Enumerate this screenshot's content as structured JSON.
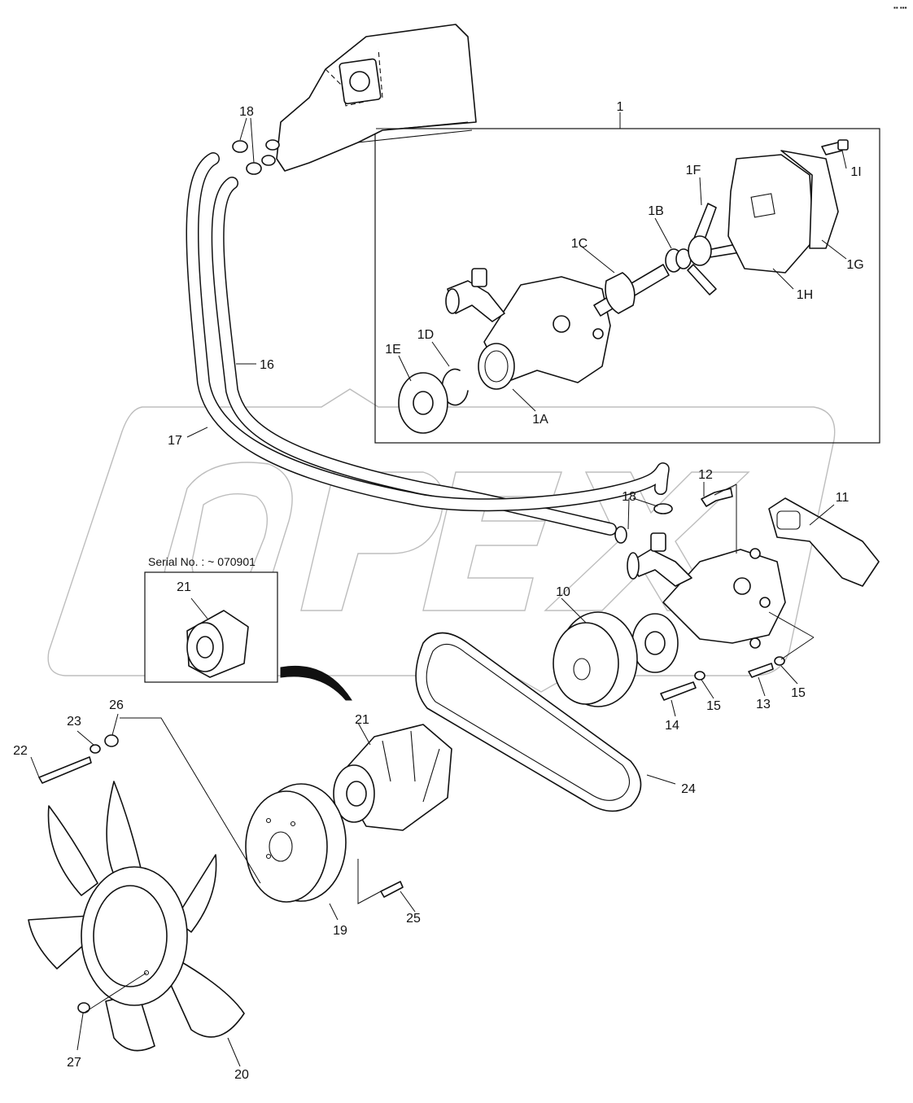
{
  "watermark": {
    "text": "OPEX"
  },
  "corner_mark": "▪▪ ▪▪▪",
  "serial_box": {
    "text": "Serial No. : ~ 070901"
  },
  "callouts": [
    {
      "id": "c1",
      "text": "1"
    },
    {
      "id": "c1A",
      "text": "1A"
    },
    {
      "id": "c1B",
      "text": "1B"
    },
    {
      "id": "c1C",
      "text": "1C"
    },
    {
      "id": "c1D",
      "text": "1D"
    },
    {
      "id": "c1E",
      "text": "1E"
    },
    {
      "id": "c1F",
      "text": "1F"
    },
    {
      "id": "c1G",
      "text": "1G"
    },
    {
      "id": "c1H",
      "text": "1H"
    },
    {
      "id": "c1I",
      "text": "1I"
    },
    {
      "id": "c10",
      "text": "10"
    },
    {
      "id": "c11",
      "text": "11"
    },
    {
      "id": "c12",
      "text": "12"
    },
    {
      "id": "c13",
      "text": "13"
    },
    {
      "id": "c14",
      "text": "14"
    },
    {
      "id": "c15a",
      "text": "15"
    },
    {
      "id": "c15b",
      "text": "15"
    },
    {
      "id": "c16",
      "text": "16"
    },
    {
      "id": "c17",
      "text": "17"
    },
    {
      "id": "c18a",
      "text": "18"
    },
    {
      "id": "c18b",
      "text": "18"
    },
    {
      "id": "c19",
      "text": "19"
    },
    {
      "id": "c20",
      "text": "20"
    },
    {
      "id": "c21a",
      "text": "21"
    },
    {
      "id": "c21b",
      "text": "21"
    },
    {
      "id": "c22",
      "text": "22"
    },
    {
      "id": "c23",
      "text": "23"
    },
    {
      "id": "c24",
      "text": "24"
    },
    {
      "id": "c25",
      "text": "25"
    },
    {
      "id": "c26",
      "text": "26"
    },
    {
      "id": "c27",
      "text": "27"
    }
  ]
}
